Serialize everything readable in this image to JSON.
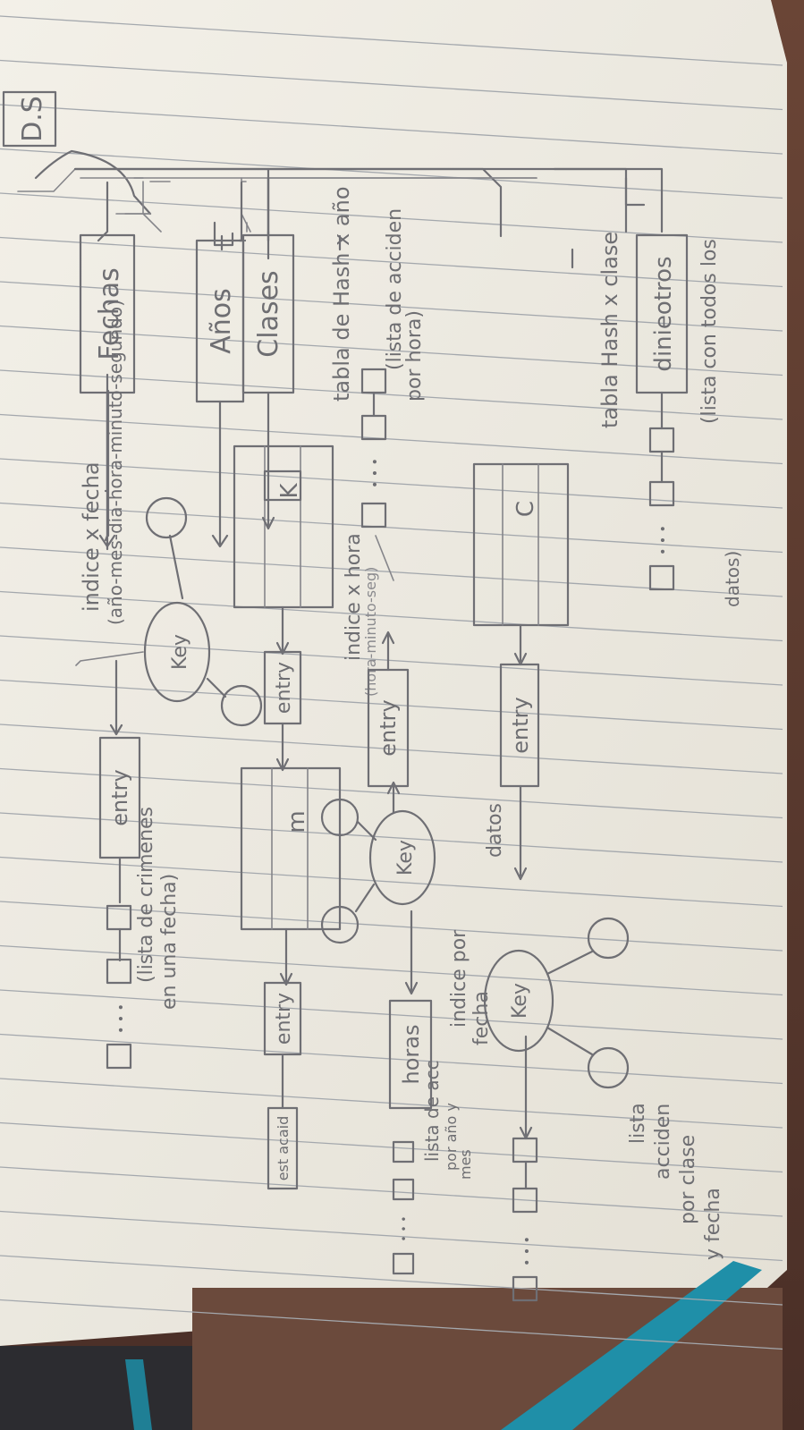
{
  "notebook": {
    "colors": {
      "paper": "#eeeae0",
      "rule_line": "#9fa3a8",
      "ink": "#6f6f74",
      "desk": "#5a3a30",
      "ribbon": "#1f8fa8"
    },
    "root": "D.S",
    "branches": {
      "fechas": {
        "label": "Fechas",
        "index_title": "indice x fecha",
        "index_subtitle": "(año-mes-día-hora-minuto-segundo)",
        "key": "Key",
        "entry": "entry",
        "list_mark": "• • •",
        "list_note": [
          "(lista de crimenes",
          "en una fecha)"
        ]
      },
      "anos": {
        "label": "Años",
        "table_key": "K",
        "table_key_2": "m",
        "entry": "entry",
        "entry_2": "entry",
        "est_label": "est acaid",
        "table_caption": "tabla de Hash x año",
        "index_title": "indice x hora",
        "index_subtitle": "(hora-minuto-seg)",
        "key": "Key",
        "entry_3": "entry",
        "horas": "horas",
        "list_mark": "• • •",
        "list_left_note": [
          "(lista de acciden",
          "por hora)"
        ],
        "list_right_note": [
          "lista de acc",
          "por año y",
          "mes"
        ]
      },
      "clases": {
        "label": "Clases",
        "table_key": "C",
        "entry": "entry",
        "datos": "datos",
        "key": "Key",
        "index_title": [
          "indice por",
          "fecha"
        ],
        "table_caption": "tabla Hash x clase",
        "list_mark": "• • •",
        "list_note": [
          "lista",
          "acciden",
          "por clase",
          "y fecha"
        ]
      },
      "dinieros": {
        "label": "dinieotros",
        "list_mark": "• • •",
        "list_note": [
          "(lista con todos los",
          "datos)"
        ]
      }
    }
  }
}
